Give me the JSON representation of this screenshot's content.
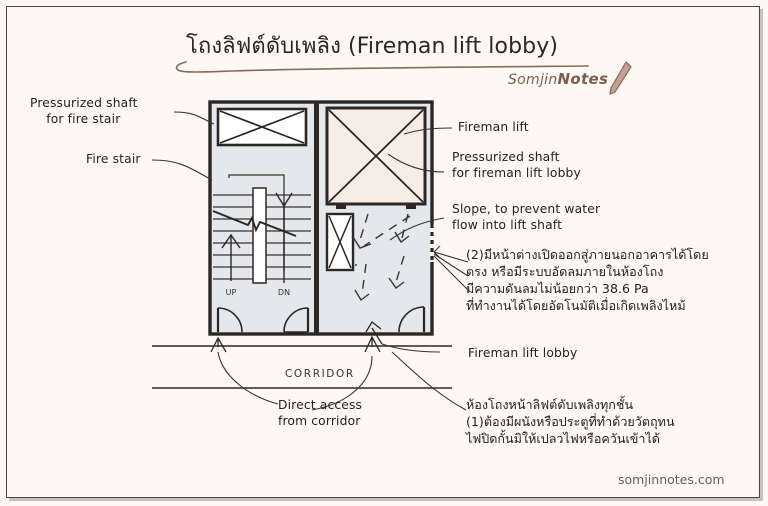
{
  "document": {
    "title_th": "โถงลิฟต์ดับเพลิง",
    "title_full": "โถงลิฟต์ดับเพลิง (Fireman lift lobby)",
    "brand_prefix": "Somjin",
    "brand_suffix": "Notes",
    "footer": "somjinnotes.com",
    "background_color": "#fdf8f3",
    "frame_color": "#4a4442"
  },
  "annotations": {
    "pressurized_shaft_stair": "Pressurized shaft\n    for fire stair",
    "fire_stair": "Fire stair",
    "fireman_lift": "Fireman lift",
    "pressurized_shaft_lobby": "Pressurized shaft\nfor fireman lift lobby",
    "slope": "Slope, to prevent water\nflow into lift shaft",
    "fireman_lift_lobby": "Fireman lift lobby",
    "direct_access": "Direct access\nfrom corridor",
    "corridor": "CORRIDOR"
  },
  "thai_notes": {
    "note2": "(2)มีหน้าต่างเปิดออกสู่ภายนอกอาคารได้โดย\nตรง หรือมีระบบอัดลมภายในห้องโถง\nมีความดันลมไม่น้อยกว่า 38.6 Pa\nที่ทำงานได้โดยอัตโนมัติเมื่อเกิดเพลิงไหม้",
    "note1": "ห้องโถงหน้าลิฟต์ดับเพลิงทุกชั้น\n(1)ต้องมีผนังหรือประตูที่ทำด้วยวัตถุทน\nไฟปิดกั้นมิให้เปลวไฟหรือควันเข้าได้"
  },
  "plan": {
    "stair_labels": {
      "up": "UP",
      "down": "DN"
    },
    "colors": {
      "lobby_fill": "#e4e7ec",
      "shaft_fill": "#f8ece7",
      "white_fill": "#ffffff",
      "wall": "#2b2724",
      "line": "#3a3330"
    },
    "rooms": [
      {
        "name": "fire-stair-room",
        "fill": "#e4e7ec"
      },
      {
        "name": "pressurized-shaft-stair",
        "fill": "#ffffff"
      },
      {
        "name": "fireman-lift-shaft",
        "fill": "#f8ece7"
      },
      {
        "name": "fireman-lift-lobby",
        "fill": "#e4e7ec"
      },
      {
        "name": "slope-drain",
        "fill": "#ffffff"
      }
    ]
  }
}
